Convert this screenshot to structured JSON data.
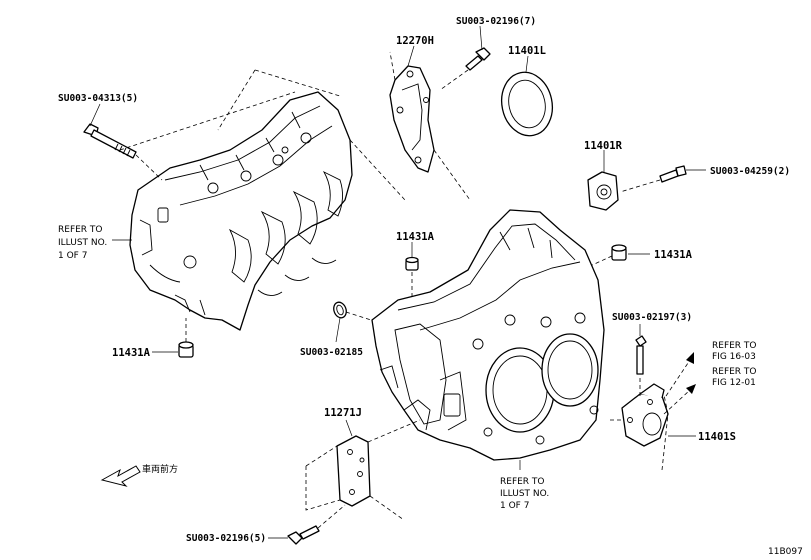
{
  "diagram_code": "11B097",
  "direction_label": "車両前方",
  "labels": {
    "su_02196_top": "SU003-02196(7)",
    "p12270h": "12270H",
    "p11401l": "11401L",
    "su_04313": "SU003-04313(5)",
    "p11401r": "11401R",
    "su_04259": "SU003-04259(2)",
    "ref_left_1": "REFER TO",
    "ref_left_2": "ILLUST NO.",
    "ref_left_3": "1 OF 7",
    "p11431a_mid": "11431A",
    "p11431a_right": "11431A",
    "su_02185": "SU003-02185",
    "p11431a_left": "11431A",
    "su_02197": "SU003-02197(3)",
    "ref_fig16_1": "REFER TO",
    "ref_fig16_2": "FIG 16-03",
    "ref_fig12_1": "REFER TO",
    "ref_fig12_2": "FIG 12-01",
    "p11271j": "11271J",
    "p11401s": "11401S",
    "ref_bottom_1": "REFER TO",
    "ref_bottom_2": "ILLUST NO.",
    "ref_bottom_3": "1 OF 7",
    "su_02196_bottom": "SU003-02196(5)"
  }
}
